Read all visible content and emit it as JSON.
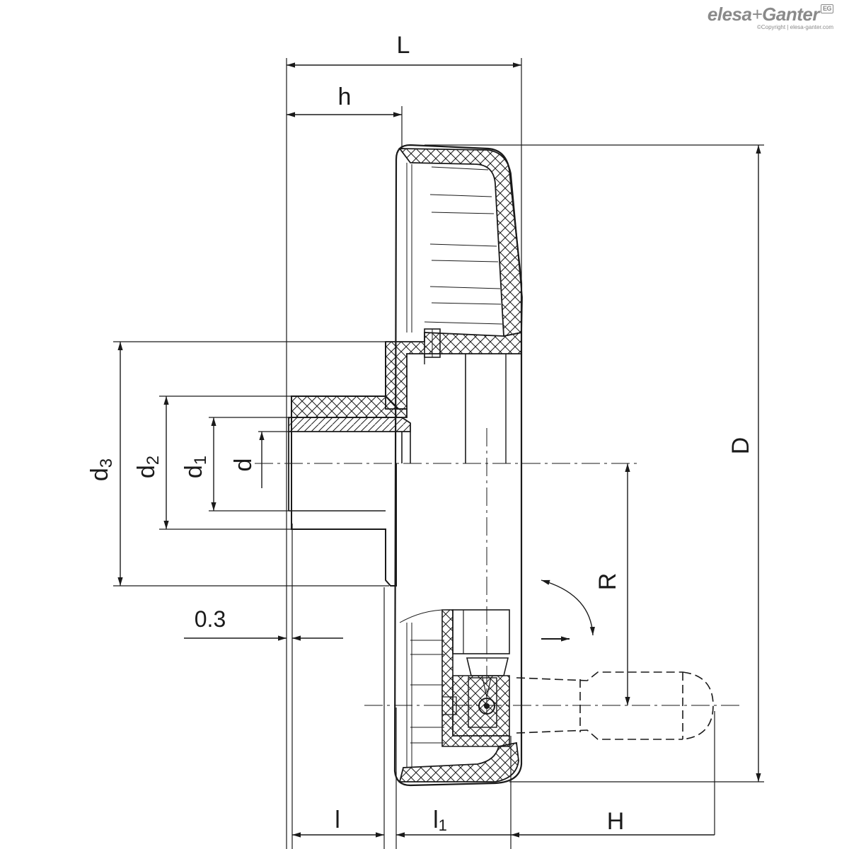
{
  "brand": {
    "name_left": "elesa",
    "name_plus": "+",
    "name_right": "Ganter",
    "badge": "EG",
    "copyright": "©Copyright | elesa-ganter.com"
  },
  "dimensions": {
    "L": "L",
    "h": "h",
    "D": "D",
    "d3": "d",
    "d3_sub": "3",
    "d2": "d",
    "d2_sub": "2",
    "d1": "d",
    "d1_sub": "1",
    "d": "d",
    "R": "R",
    "gap": "0.3",
    "l": "l",
    "l1": "l",
    "l1_sub": "1",
    "H": "H"
  },
  "colors": {
    "line": "#1a1a1a",
    "brand": "#8a8a8a"
  }
}
